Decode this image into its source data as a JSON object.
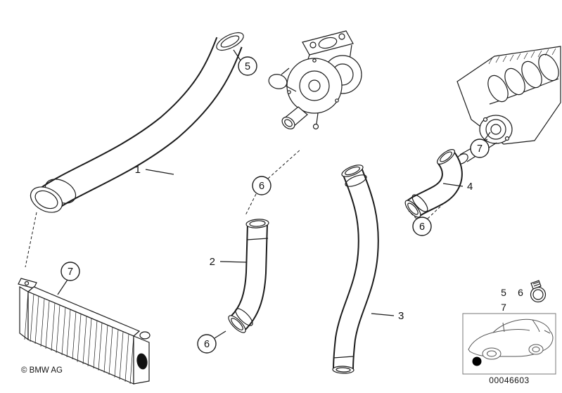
{
  "colors": {
    "background": "#ffffff",
    "line": "#1c1c1c",
    "car_line": "#555555",
    "port_fill": "#111111"
  },
  "parts": {
    "p1": {
      "label": "1"
    },
    "p2": {
      "label": "2"
    },
    "p3": {
      "label": "3"
    },
    "p4": {
      "label": "4"
    }
  },
  "callouts": {
    "c5_hose_top": {
      "label": "5"
    },
    "c6_mid_upper": {
      "label": "6"
    },
    "c7_throttle": {
      "label": "7"
    },
    "c6_elbow": {
      "label": "6"
    },
    "c7_intercooler": {
      "label": "7"
    },
    "c6_mid_lower": {
      "label": "6"
    }
  },
  "legend": {
    "item5": "5",
    "item6": "6",
    "item7": "7",
    "clamp_icon": "hose-clamp"
  },
  "footer": {
    "copyright": "© BMW AG",
    "diagram_number": "00046603"
  }
}
